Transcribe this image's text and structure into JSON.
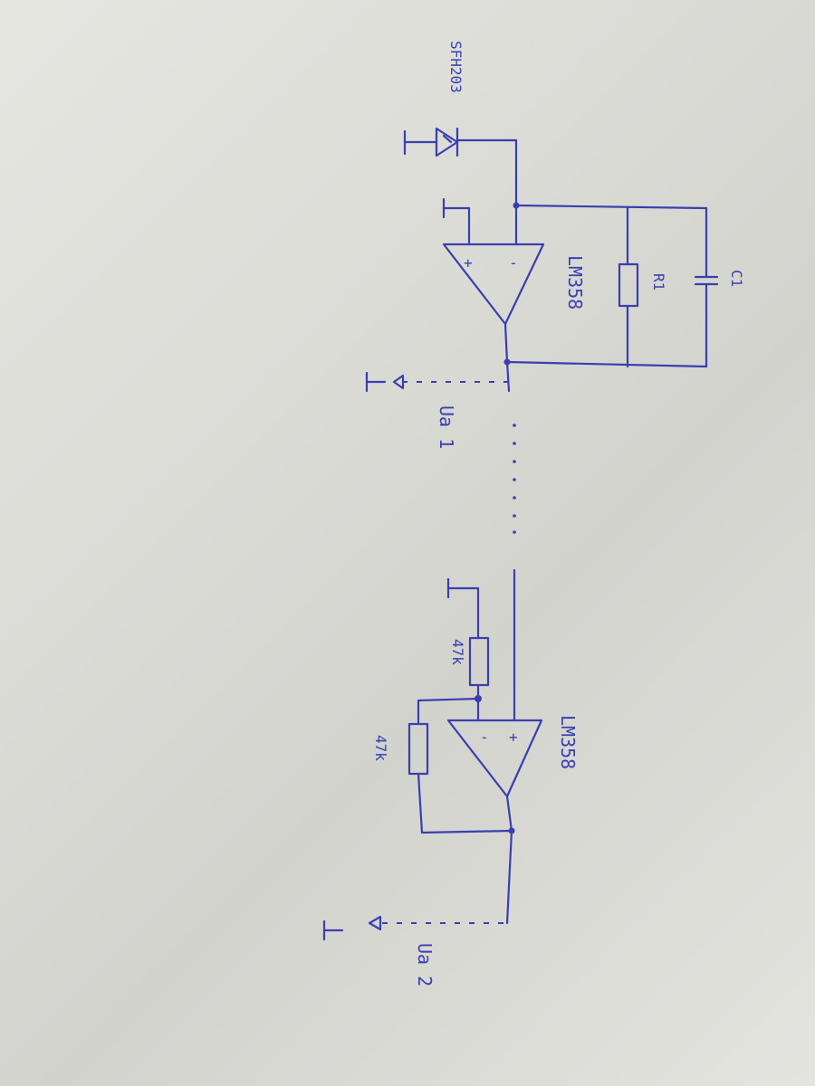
{
  "stage1": {
    "photodiode_label": "SFH203",
    "opamp_label": "LM358",
    "resistor_label": "R1",
    "capacitor_label": "C1",
    "opamp_plus": "+",
    "opamp_minus": "-",
    "output_label": "Ua 1"
  },
  "stage2": {
    "opamp_label": "LM358",
    "resistor_in_label": "47k",
    "resistor_fb_label": "47k",
    "opamp_plus": "+",
    "opamp_minus": "-",
    "output_label": "Ua 2"
  },
  "colors": {
    "ink": "#3a3fb0",
    "paper": "#e2e2dd"
  }
}
